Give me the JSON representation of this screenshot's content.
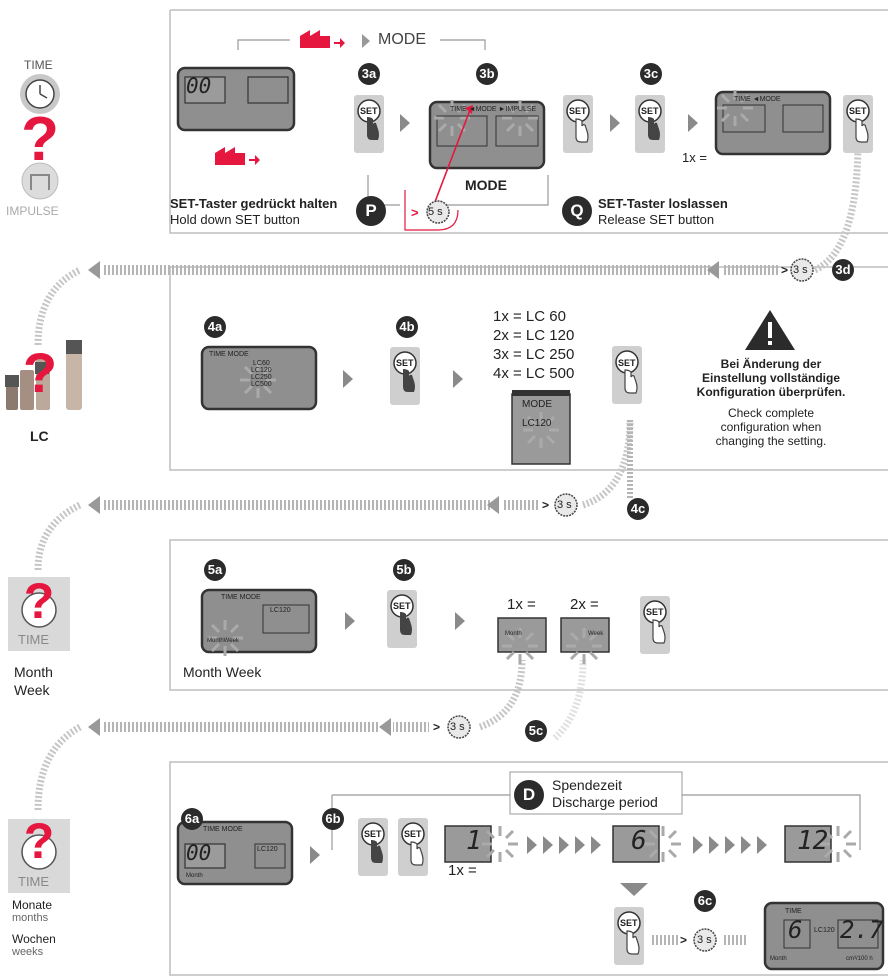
{
  "left_column": {
    "time_label": "TIME",
    "impulse_label": "IMPULSE",
    "lc_label": "LC",
    "time2_label": "TIME",
    "month_label": "Month",
    "week_label": "Week",
    "time3_label": "TIME",
    "monate_label": "Monate",
    "months_label": "months",
    "wochen_label": "Wochen",
    "weeks_label": "weeks"
  },
  "section3": {
    "mode_label": "MODE",
    "lcd_value": "00",
    "steps": {
      "a": "3a",
      "b": "3b",
      "c": "3c",
      "d": "3d"
    },
    "lcd_b_text": "TIME ◄MODE ►IMPULSE",
    "lcd_c_text": "TIME ◄MODE",
    "mode_caption": "MODE",
    "set_label": "SET",
    "count_1x": "1x =",
    "p_badge": "P",
    "p_de": "SET-Taster gedrückt halten",
    "p_en": "Hold down SET button",
    "q_badge": "Q",
    "q_de": "SET-Taster loslassen",
    "q_en": "Release SET button",
    "timer_5s": "5 s",
    "timer_3s": "3 s",
    "gt": ">"
  },
  "section4": {
    "steps": {
      "a": "4a",
      "b": "4b",
      "c": "4c"
    },
    "lcd_text": "TIME  MODE",
    "lc_options": [
      "LC60",
      "LC120",
      "LC250",
      "LC500"
    ],
    "counts": [
      "1x = LC 60",
      "2x = LC 120",
      "3x = LC 250",
      "4x = LC 500"
    ],
    "mini_mode": "MODE",
    "mini_value": "LC120",
    "warn_de": [
      "Bei Änderung der",
      "Einstellung vollständige",
      "Konfiguration überprüfen."
    ],
    "warn_en": [
      "Check complete",
      "configuration when",
      "changing the setting."
    ]
  },
  "section5": {
    "steps": {
      "a": "5a",
      "b": "5b",
      "c": "5c"
    },
    "lcd_text": "TIME  MODE",
    "lcd_value": "LC120",
    "lcd_month": "MonthWeek",
    "count_1x": "1x =",
    "count_2x": "2x =",
    "month_screen": "Month",
    "week_screen": "Week",
    "caption": "Month  Week"
  },
  "section6": {
    "steps": {
      "a": "6a",
      "b": "6b",
      "c": "6c"
    },
    "d_badge": "D",
    "d_de": "Spendezeit",
    "d_en": "Discharge period",
    "lcd_value": "00",
    "lcd_text": "TIME  MODE",
    "lcd_lc": "LC120",
    "lcd_month": "Month",
    "seq_values": [
      "1",
      "6",
      "12"
    ],
    "count_1x": "1x =",
    "final_time": "TIME",
    "final_digit": "6",
    "final_lc": "LC120",
    "final_value": "2.7",
    "final_month": "Month",
    "final_unit": "cm³/100 h"
  },
  "colors": {
    "accent": "#e5173f",
    "panel": "#999999",
    "icon_bg": "#cfcfcf",
    "badge": "#2b2b2b"
  }
}
